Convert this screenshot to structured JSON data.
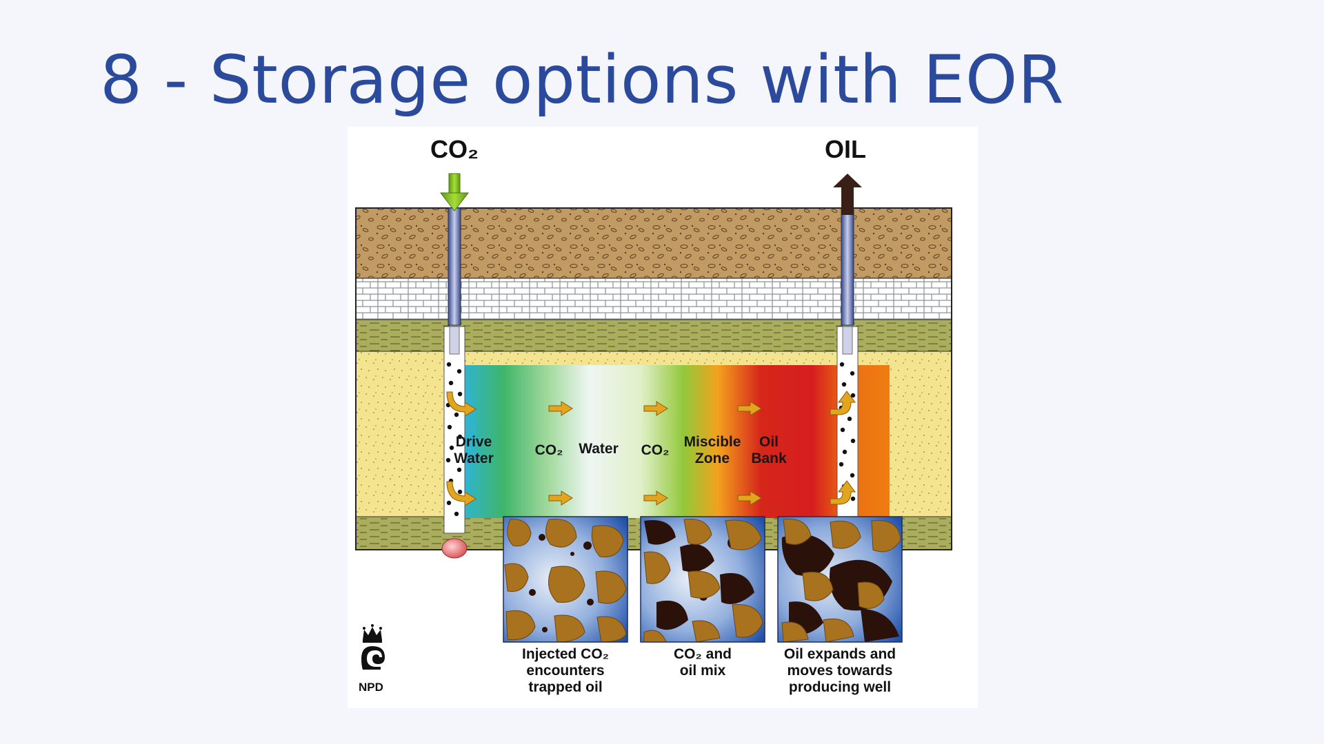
{
  "slide": {
    "title": "8 - Storage options with EOR"
  },
  "diagram": {
    "inject_label": "CO₂",
    "produce_label": "OIL",
    "zones": [
      {
        "line1": "Drive",
        "line2": "Water"
      },
      {
        "line1": "CO₂",
        "line2": ""
      },
      {
        "line1": "Water",
        "line2": ""
      },
      {
        "line1": "CO₂",
        "line2": ""
      },
      {
        "line1": "Miscible",
        "line2": "Zone"
      },
      {
        "line1": "Oil",
        "line2": "Bank"
      }
    ],
    "panels": [
      {
        "line1": "Injected CO₂",
        "line2": "encounters",
        "line3": "trapped oil"
      },
      {
        "line1": "CO₂ and",
        "line2": "oil mix",
        "line3": ""
      },
      {
        "line1": "Oil expands and",
        "line2": "moves towards",
        "line3": "producing well"
      }
    ],
    "logo_text": "NPD"
  },
  "colors": {
    "title": "#2b4a9b",
    "co2_arrow": "#7dbb1f",
    "oil_arrow": "#3a1f16",
    "flow_arrow": "#e3a51d"
  },
  "icons": {
    "logo": "npd-crown-logo",
    "inject_arrow": "down-arrow-icon",
    "produce_arrow": "up-arrow-icon",
    "flow_arrow": "right-arrow-icon"
  }
}
